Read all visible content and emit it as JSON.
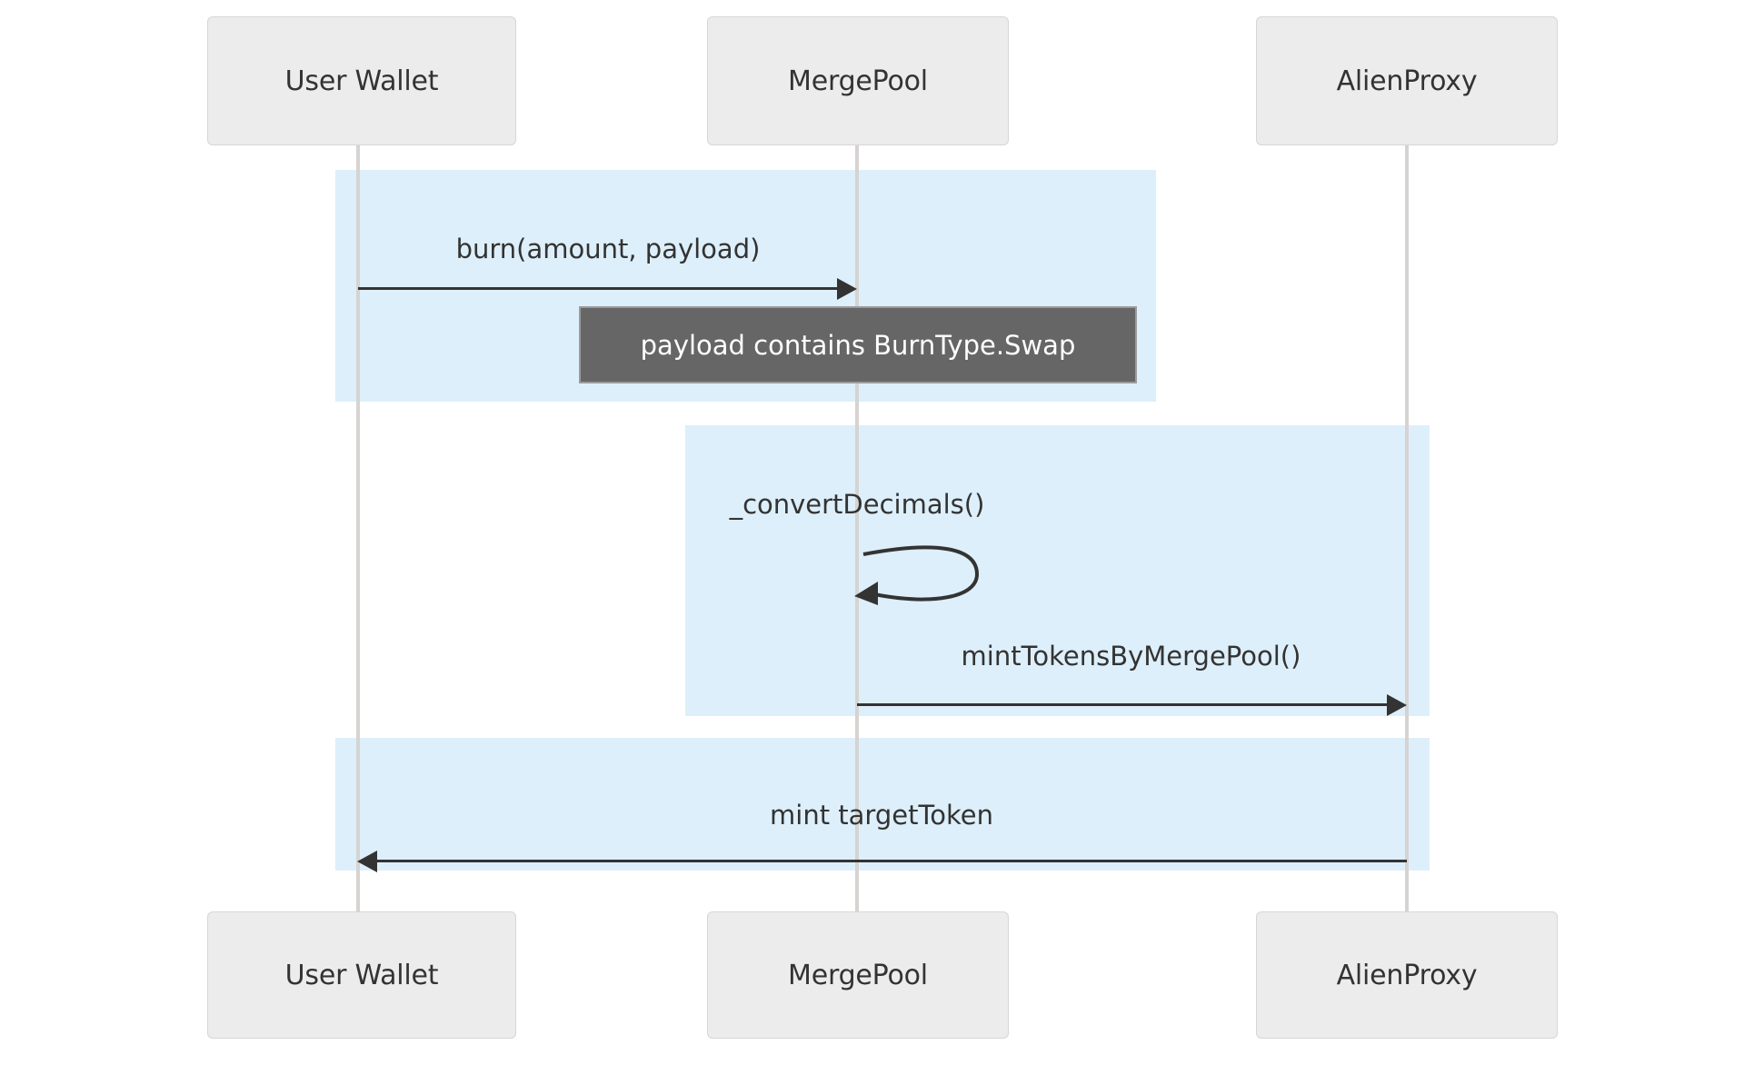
{
  "diagram": {
    "type": "sequence-diagram",
    "background_color": "#ffffff",
    "participants": [
      {
        "id": "user-wallet",
        "label": "User Wallet"
      },
      {
        "id": "mergepool",
        "label": "MergePool"
      },
      {
        "id": "alienproxy",
        "label": "AlienProxy"
      }
    ],
    "messages": [
      {
        "id": "burn",
        "label": "burn(amount, payload)",
        "from": "user-wallet",
        "to": "mergepool",
        "direction": "right"
      },
      {
        "id": "convert-decimals",
        "label": "_convertDecimals()",
        "from": "mergepool",
        "to": "mergepool",
        "direction": "self"
      },
      {
        "id": "mint-tokens-by-mergepool",
        "label": "mintTokensByMergePool()",
        "from": "mergepool",
        "to": "alienproxy",
        "direction": "right"
      },
      {
        "id": "mint-target-token",
        "label": "mint targetToken",
        "from": "alienproxy",
        "to": "user-wallet",
        "direction": "left"
      }
    ],
    "notes": [
      {
        "id": "payload-note",
        "label": "payload contains BurnType.Swap",
        "over": "mergepool",
        "background_color": "#666666",
        "text_color": "#ffffff"
      }
    ],
    "colors": {
      "actor_fill": "#ececec",
      "actor_border": "#d6d6d6",
      "lifeline": "#d6d3d1",
      "highlight_band": "#ddeffa",
      "message_line": "#333333",
      "text": "#333333"
    }
  }
}
